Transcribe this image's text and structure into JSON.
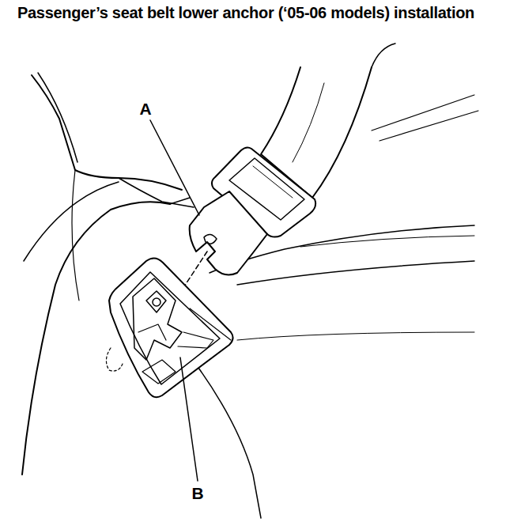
{
  "diagram": {
    "title": "Passenger’s seat belt lower anchor (‘05-06 models) installation",
    "labels": [
      "A",
      "B"
    ]
  }
}
